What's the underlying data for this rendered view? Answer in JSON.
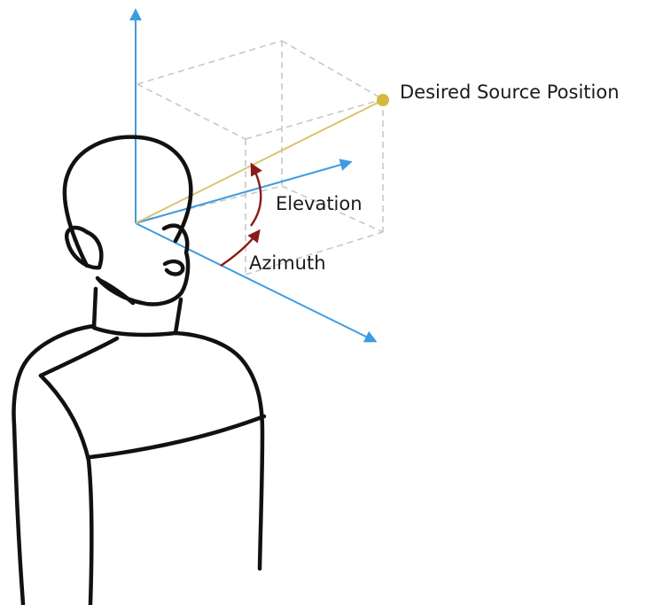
{
  "labels": {
    "source": "Desired Source Position",
    "elevation": "Elevation",
    "azimuth": "Azimuth"
  },
  "colors": {
    "axis": "#3f9be0",
    "source_line": "#d9c46a",
    "source_point": "#d4b93f",
    "angle_arc": "#8b1a1a",
    "guide_box": "#c8c8c8",
    "figure": "#111111"
  }
}
